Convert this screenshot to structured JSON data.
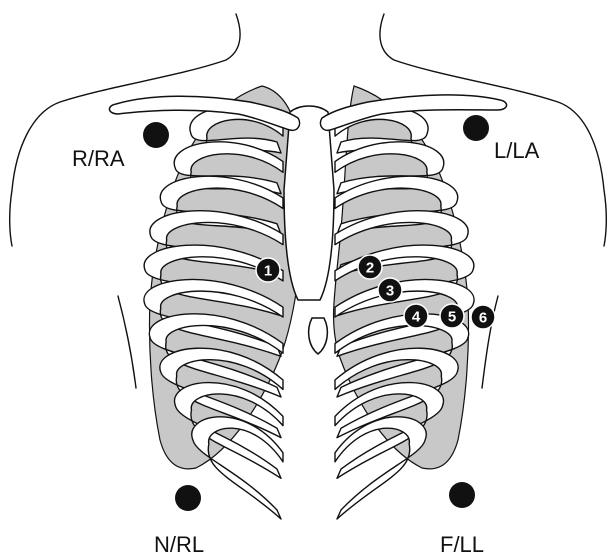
{
  "colors": {
    "lung_fill": "#c8c8c8",
    "electrode": "#111111",
    "outline": "#111111",
    "background": "#ffffff"
  },
  "limb_electrodes": [
    {
      "id": "ra",
      "label": "R/RA"
    },
    {
      "id": "la",
      "label": "L/LA"
    },
    {
      "id": "rl",
      "label": "N/RL"
    },
    {
      "id": "ll",
      "label": "F/LL"
    }
  ],
  "chest_electrodes": [
    {
      "id": "v1",
      "number": "1"
    },
    {
      "id": "v2",
      "number": "2"
    },
    {
      "id": "v3",
      "number": "3"
    },
    {
      "id": "v4",
      "number": "4"
    },
    {
      "id": "v5",
      "number": "5"
    },
    {
      "id": "v6",
      "number": "6"
    }
  ]
}
